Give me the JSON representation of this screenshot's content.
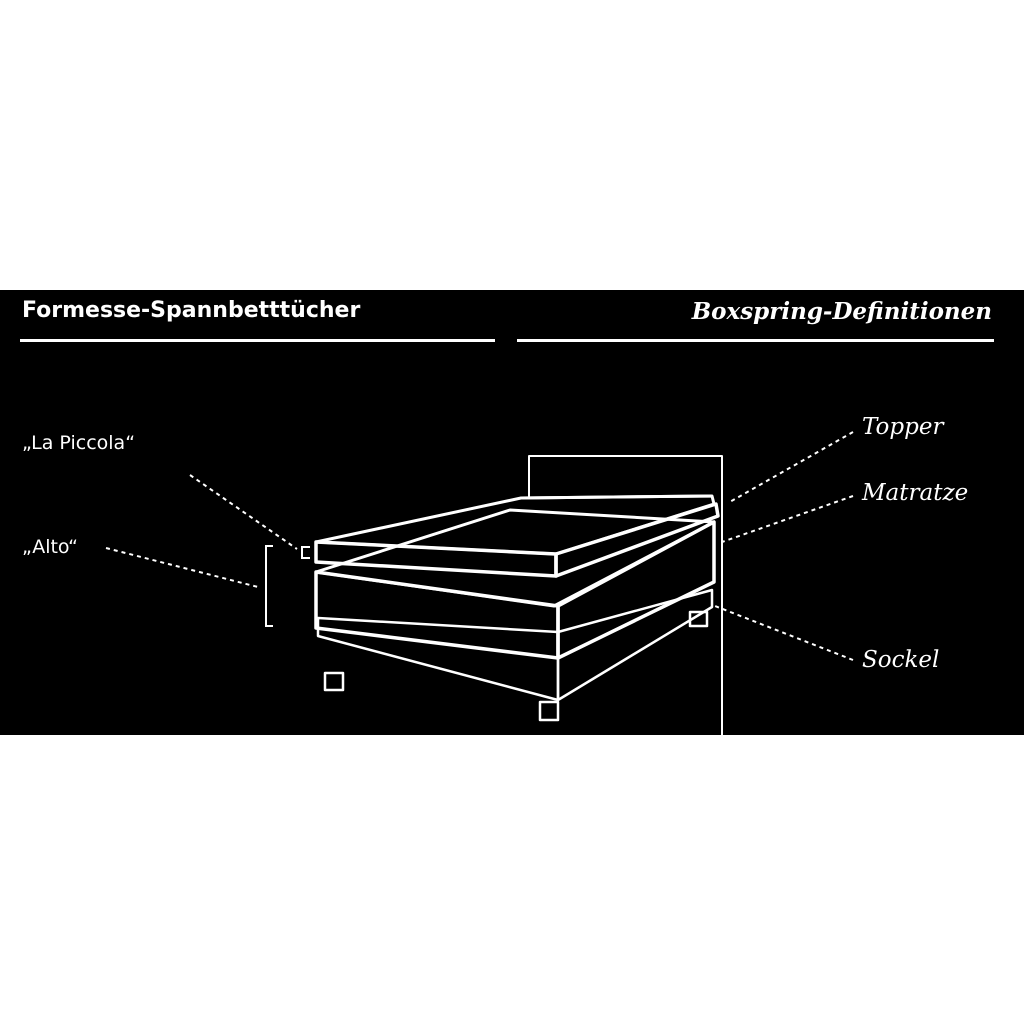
{
  "header": {
    "left_title": "Formesse-Spannbetttücher",
    "right_title": "Boxspring-Definitionen"
  },
  "labels": {
    "la_piccola": "„La Piccola“",
    "alto": "„Alto“",
    "topper": "Topper",
    "matratze": "Matratze",
    "sockel": "Sockel"
  },
  "colors": {
    "background": "#000000",
    "foreground": "#ffffff",
    "page": "#ffffff"
  }
}
